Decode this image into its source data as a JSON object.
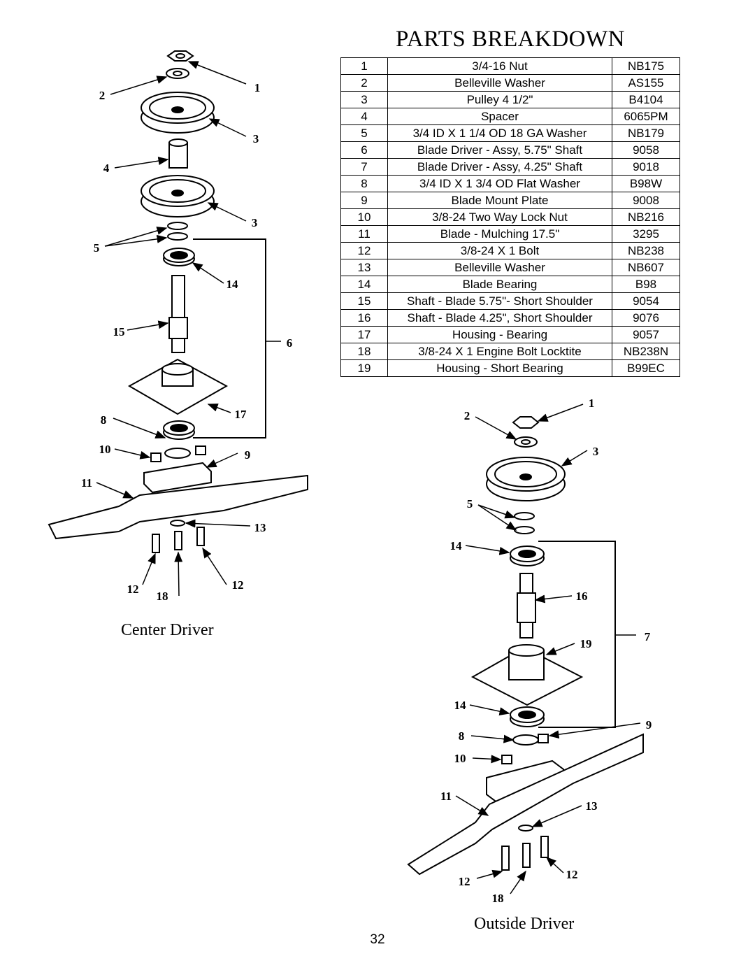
{
  "title": "PARTS BREAKDOWN",
  "parts": [
    {
      "num": "1",
      "desc": "3/4-16 Nut",
      "part": "NB175"
    },
    {
      "num": "2",
      "desc": "Belleville Washer",
      "part": "AS155"
    },
    {
      "num": "3",
      "desc": "Pulley 4 1/2\"",
      "part": "B4104"
    },
    {
      "num": "4",
      "desc": "Spacer",
      "part": "6065PM"
    },
    {
      "num": "5",
      "desc": "3/4 ID X 1 1/4 OD 18 GA Washer",
      "part": "NB179"
    },
    {
      "num": "6",
      "desc": "Blade Driver - Assy,  5.75\" Shaft",
      "part": "9058"
    },
    {
      "num": "7",
      "desc": "Blade Driver - Assy, 4.25\" Shaft",
      "part": "9018"
    },
    {
      "num": "8",
      "desc": "3/4 ID X 1 3/4 OD Flat Washer",
      "part": "B98W"
    },
    {
      "num": "9",
      "desc": "Blade Mount Plate",
      "part": "9008"
    },
    {
      "num": "10",
      "desc": "3/8-24 Two Way Lock Nut",
      "part": "NB216"
    },
    {
      "num": "11",
      "desc": "Blade - Mulching 17.5\"",
      "part": "3295"
    },
    {
      "num": "12",
      "desc": "3/8-24 X 1 Bolt",
      "part": "NB238"
    },
    {
      "num": "13",
      "desc": "Belleville Washer",
      "part": "NB607"
    },
    {
      "num": "14",
      "desc": "Blade Bearing",
      "part": "B98"
    },
    {
      "num": "15",
      "desc": "Shaft - Blade 5.75\"- Short Shoulder",
      "part": "9054"
    },
    {
      "num": "16",
      "desc": "Shaft - Blade 4.25\", Short Shoulder",
      "part": "9076"
    },
    {
      "num": "17",
      "desc": "Housing - Bearing",
      "part": "9057"
    },
    {
      "num": "18",
      "desc": "3/8-24 X 1 Engine Bolt Locktite",
      "part": "NB238N"
    },
    {
      "num": "19",
      "desc": "Housing - Short Bearing",
      "part": "B99EC"
    }
  ],
  "center_caption": "Center Driver",
  "outside_caption": "Outside Driver",
  "page_number": "32",
  "center_labels": {
    "l1": "1",
    "l2": "2",
    "l3a": "3",
    "l4": "4",
    "l3b": "3",
    "l5": "5",
    "l14": "14",
    "l15": "15",
    "l6": "6",
    "l8": "8",
    "l17": "17",
    "l10": "10",
    "l9": "9",
    "l11": "11",
    "l13": "13",
    "l12a": "12",
    "l18": "18",
    "l12b": "12"
  },
  "outside_labels": {
    "l1": "1",
    "l2": "2",
    "l3": "3",
    "l5": "5",
    "l14a": "14",
    "l16": "16",
    "l7": "7",
    "l19": "19",
    "l14b": "14",
    "l9": "9",
    "l8": "8",
    "l10": "10",
    "l11": "11",
    "l13": "13",
    "l12a": "12",
    "l12b": "12",
    "l18": "18"
  }
}
